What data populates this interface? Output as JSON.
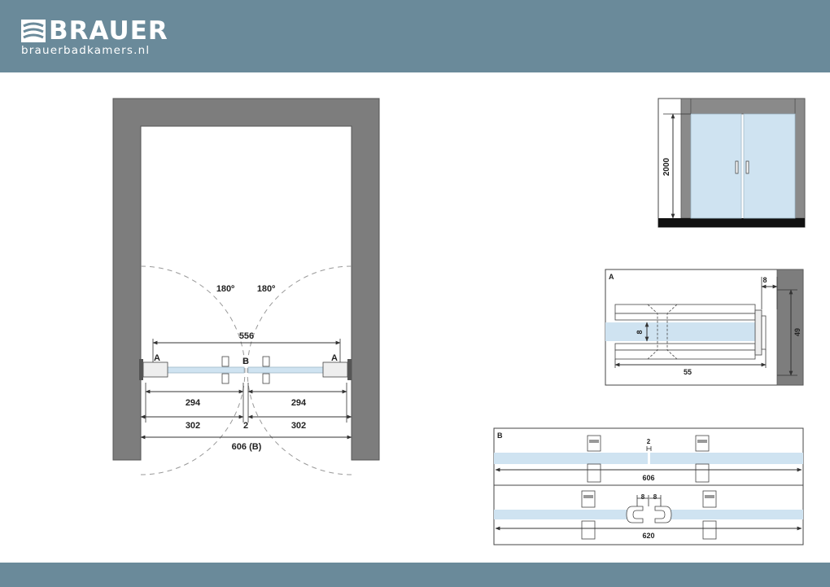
{
  "header": {
    "brand": "BRAUER",
    "url": "brauerbadkamers.nl"
  },
  "plan": {
    "angle_left": "180º",
    "angle_right": "180º",
    "dim_total_inner": "556",
    "dim_left_panel": "294",
    "dim_right_panel": "294",
    "dim_left_door": "302",
    "dim_gap": "2",
    "dim_right_door": "302",
    "dim_overall": "606 (B)",
    "label_a_left": "A",
    "label_b": "B",
    "label_a_right": "A"
  },
  "elevation": {
    "height": "2000"
  },
  "detail_a": {
    "label": "A",
    "dim_8_top": "8",
    "dim_8_left": "8",
    "dim_49": "49",
    "dim_55": "55"
  },
  "detail_b": {
    "label": "B",
    "dim_gap": "2",
    "dim_606": "606",
    "dim_8_left": "8",
    "dim_8_right": "8",
    "dim_620": "620"
  },
  "colors": {
    "bar": "#6a8a9a",
    "wall": "#7d7d7d",
    "glass": "#cfe3f1"
  }
}
